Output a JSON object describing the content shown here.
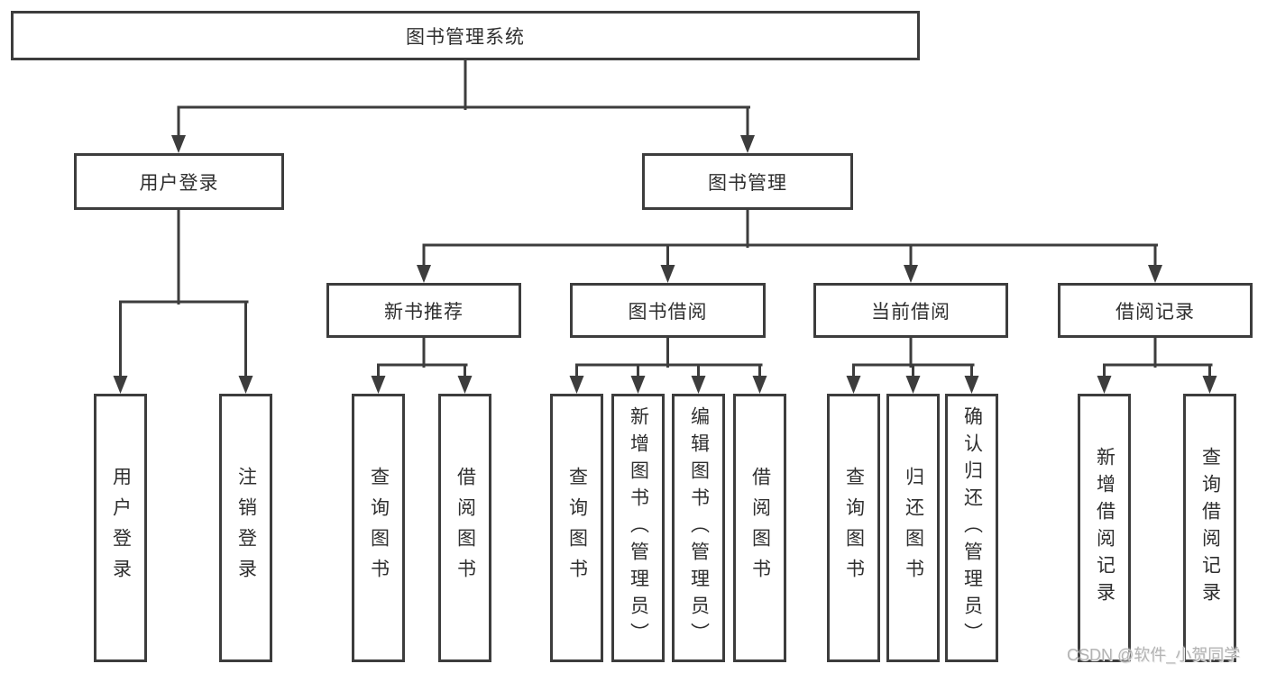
{
  "tree": {
    "root": {
      "label": "图书管理系统",
      "children": [
        {
          "label": "用户登录",
          "children": [
            {
              "label": "用户登录"
            },
            {
              "label": "注销登录"
            }
          ]
        },
        {
          "label": "图书管理",
          "children": [
            {
              "label": "新书推荐",
              "children": [
                {
                  "label": "查询图书"
                },
                {
                  "label": "借阅图书"
                }
              ]
            },
            {
              "label": "图书借阅",
              "children": [
                {
                  "label": "查询图书"
                },
                {
                  "label": "新增图书（管理员）"
                },
                {
                  "label": "编辑图书（管理员）"
                },
                {
                  "label": "借阅图书"
                }
              ]
            },
            {
              "label": "当前借阅",
              "children": [
                {
                  "label": "查询图书"
                },
                {
                  "label": "归还图书"
                },
                {
                  "label": "确认归还（管理员）"
                }
              ]
            },
            {
              "label": "借阅记录",
              "children": [
                {
                  "label": "新增借阅记录"
                },
                {
                  "label": "查询借阅记录"
                }
              ]
            }
          ]
        }
      ]
    }
  },
  "watermark": "CSDN @软件_小贺同学",
  "colors": {
    "line": "#3d3d3d",
    "text": "#2f2f2f",
    "watermark": "#b3b3b3",
    "background": "#ffffff"
  }
}
